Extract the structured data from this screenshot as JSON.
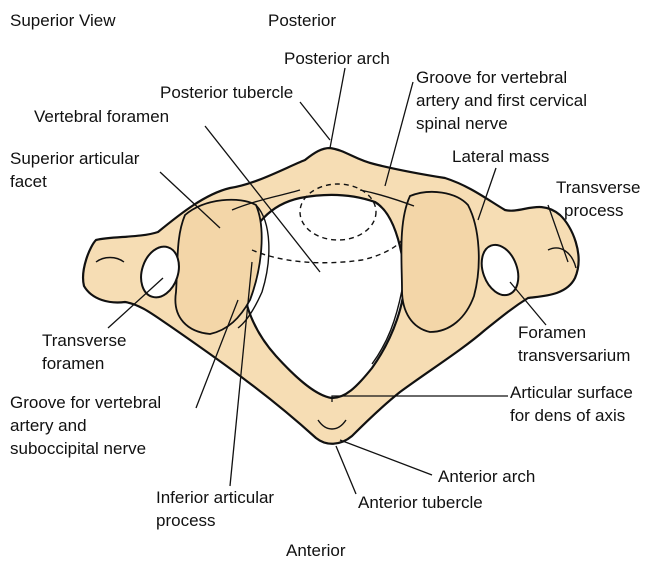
{
  "figure": {
    "view": "Superior View",
    "orientation_top": "Posterior",
    "orientation_bottom": "Anterior"
  },
  "labels": {
    "posterior_arch": "Posterior arch",
    "groove_va_line1": "Groove for vertebral",
    "groove_va_line2": "artery and first cervical",
    "groove_va_line3": "spinal nerve",
    "posterior_tubercle": "Posterior tubercle",
    "vertebral_foramen": "Vertebral foramen",
    "superior_facet_line1": "Superior articular",
    "superior_facet_line2": "facet",
    "lateral_mass": "Lateral mass",
    "transverse_process_line1": "Transverse",
    "transverse_process_line2": "process",
    "foramen_transversarium_line1": "Foramen",
    "foramen_transversarium_line2": "transversarium",
    "transverse_foramen_line1": "Transverse",
    "transverse_foramen_line2": "foramen",
    "articular_dens_line1": "Articular surface",
    "articular_dens_line2": "for dens of axis",
    "groove_sub_line1": "Groove for vertebral",
    "groove_sub_line2": "artery and",
    "groove_sub_line3": "suboccipital nerve",
    "anterior_arch": "Anterior arch",
    "inferior_process_line1": "Inferior articular",
    "inferior_process_line2": "process",
    "anterior_tubercle": "Anterior tubercle"
  },
  "colors": {
    "bone_fill": "#f6ddb4",
    "outline": "#111111",
    "background": "#ffffff"
  }
}
